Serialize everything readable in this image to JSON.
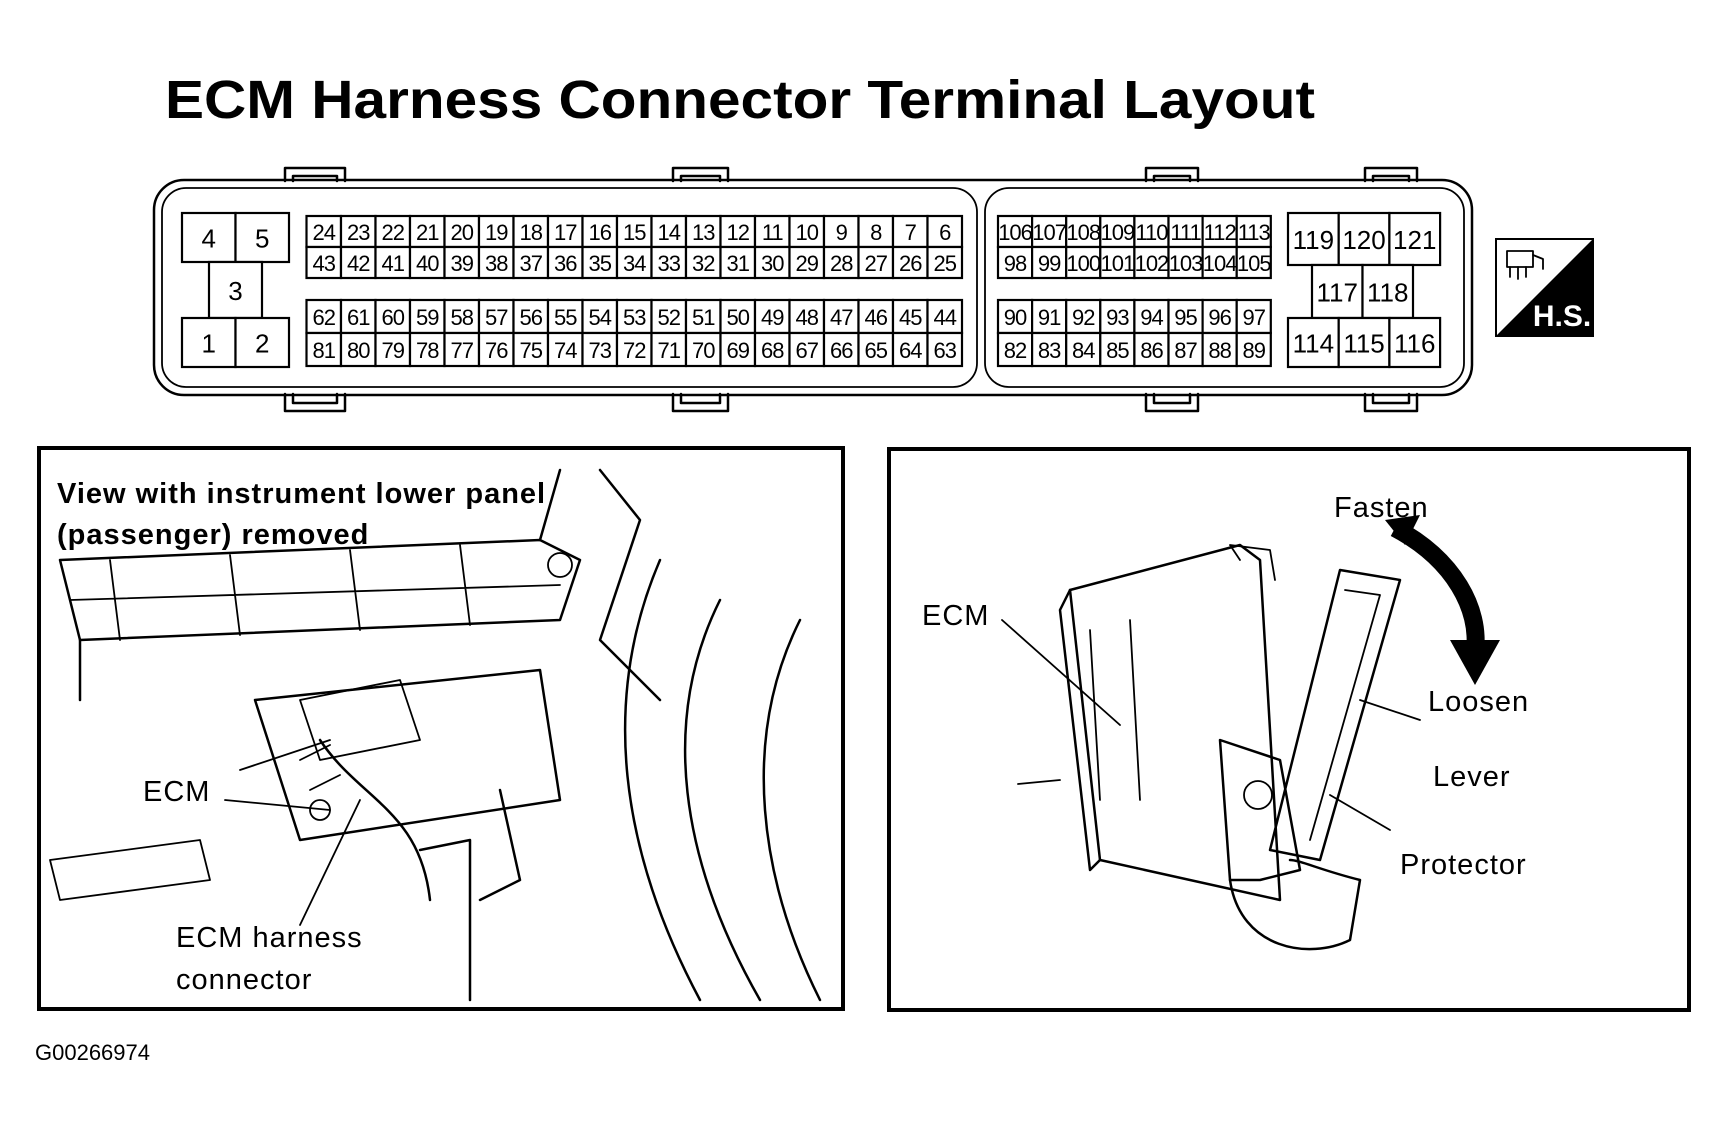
{
  "title": "ECM Harness Connector Terminal Layout",
  "connector": {
    "left_block": {
      "small": [
        "4",
        "5",
        "3",
        "1",
        "2"
      ],
      "row1": [
        "24",
        "23",
        "22",
        "21",
        "20",
        "19",
        "18",
        "17",
        "16",
        "15",
        "14",
        "13",
        "12",
        "11",
        "10",
        "9",
        "8",
        "7",
        "6"
      ],
      "row2": [
        "43",
        "42",
        "41",
        "40",
        "39",
        "38",
        "37",
        "36",
        "35",
        "34",
        "33",
        "32",
        "31",
        "30",
        "29",
        "28",
        "27",
        "26",
        "25"
      ],
      "row3": [
        "62",
        "61",
        "60",
        "59",
        "58",
        "57",
        "56",
        "55",
        "54",
        "53",
        "52",
        "51",
        "50",
        "49",
        "48",
        "47",
        "46",
        "45",
        "44"
      ],
      "row4": [
        "81",
        "80",
        "79",
        "78",
        "77",
        "76",
        "75",
        "74",
        "73",
        "72",
        "71",
        "70",
        "69",
        "68",
        "67",
        "66",
        "65",
        "64",
        "63"
      ]
    },
    "middle_block": {
      "row1": [
        "106",
        "107",
        "108",
        "109",
        "110",
        "111",
        "112",
        "113"
      ],
      "row2": [
        "98",
        "99",
        "100",
        "101",
        "102",
        "103",
        "104",
        "105"
      ],
      "row3": [
        "90",
        "91",
        "92",
        "93",
        "94",
        "95",
        "96",
        "97"
      ],
      "row4": [
        "82",
        "83",
        "84",
        "85",
        "86",
        "87",
        "88",
        "89"
      ]
    },
    "right_block": {
      "top": [
        "119",
        "120",
        "121"
      ],
      "middle": [
        "117",
        "118"
      ],
      "bottom": [
        "114",
        "115",
        "116"
      ]
    }
  },
  "hs_badge": "H.S.",
  "left_panel": {
    "caption_line1": "View with instrument lower panel",
    "caption_line2": "(passenger) removed",
    "ecm_label": "ECM",
    "harness_line1": "ECM harness",
    "harness_line2": "connector"
  },
  "right_panel": {
    "fasten": "Fasten",
    "ecm": "ECM",
    "loosen": "Loosen",
    "lever": "Lever",
    "protector": "Protector"
  },
  "figure_id": "G00266974"
}
